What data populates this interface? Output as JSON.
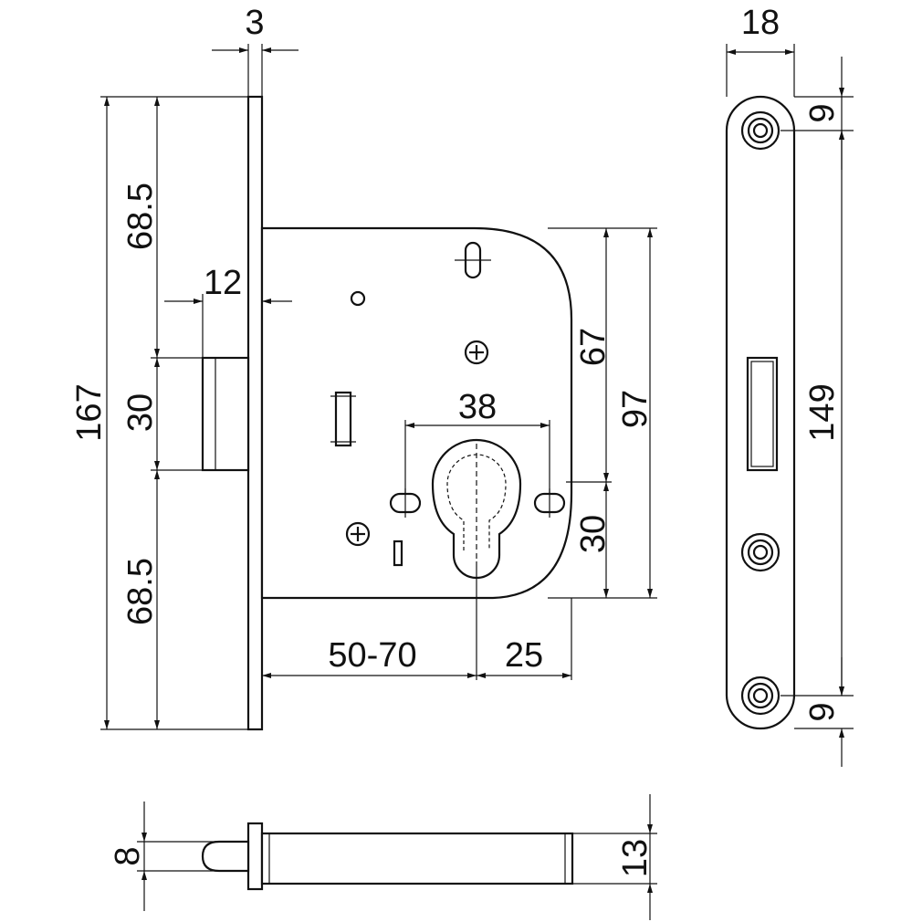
{
  "dimensions": {
    "faceplate_thickness": "3",
    "total_height": "167",
    "upper_offset": "68.5",
    "lower_offset": "68.5",
    "latch_height": "30",
    "latch_projection": "12",
    "cylinder_width": "38",
    "body_height_upper": "67",
    "body_height": "97",
    "cylinder_drop": "30",
    "backset": "50-70",
    "cylinder_offset": "25",
    "strike_width": "18",
    "strike_hole_top": "9",
    "strike_hole_spacing": "149",
    "strike_hole_bottom": "9",
    "latch_diameter": "8",
    "body_thickness": "13"
  }
}
